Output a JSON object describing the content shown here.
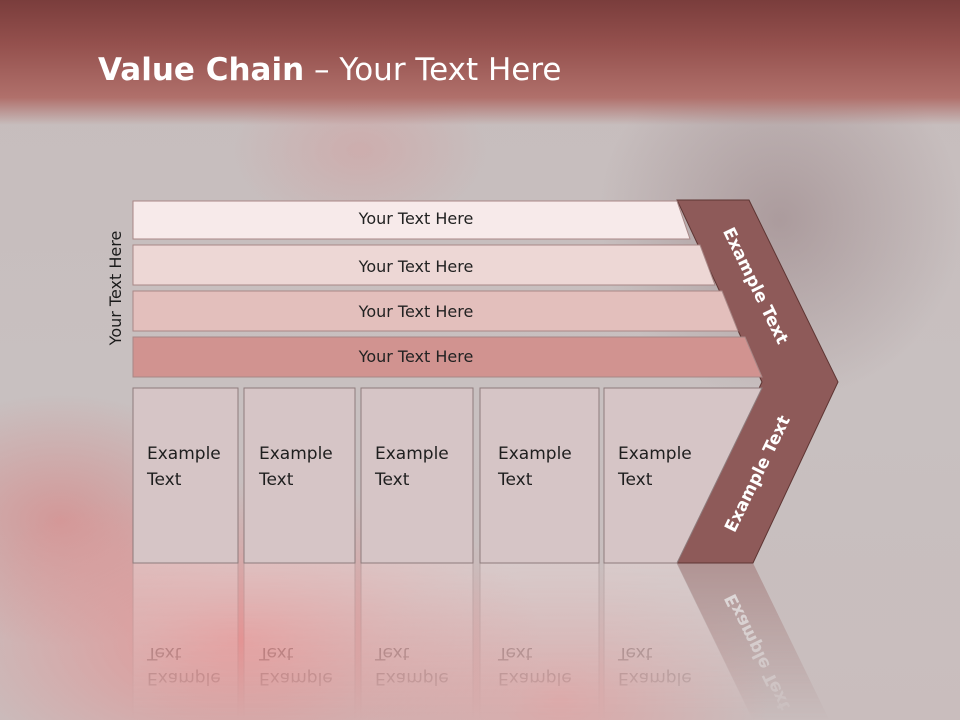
{
  "header": {
    "title_bold": "Value Chain",
    "title_rest": " – Your Text Here"
  },
  "side_label": "Your Text Here",
  "rows": [
    {
      "label": "Your Text Here"
    },
    {
      "label": "Your Text Here"
    },
    {
      "label": "Your Text Here"
    },
    {
      "label": "Your Text Here"
    }
  ],
  "boxes": [
    {
      "line1": "Example",
      "line2": "Text"
    },
    {
      "line1": "Example",
      "line2": "Text"
    },
    {
      "line1": "Example",
      "line2": "Text"
    },
    {
      "line1": "Example",
      "line2": "Text"
    },
    {
      "line1": "Example",
      "line2": "Text"
    }
  ],
  "arrow": {
    "upper": "Example Text",
    "lower": "Example Text"
  },
  "colors": {
    "header": "#8f4b48",
    "arrow": "#8e5a59",
    "row_fills": [
      "#f7eaea",
      "#edd7d5",
      "#e3bfbc",
      "#d19390"
    ],
    "box_fill": "#d6c5c6"
  }
}
